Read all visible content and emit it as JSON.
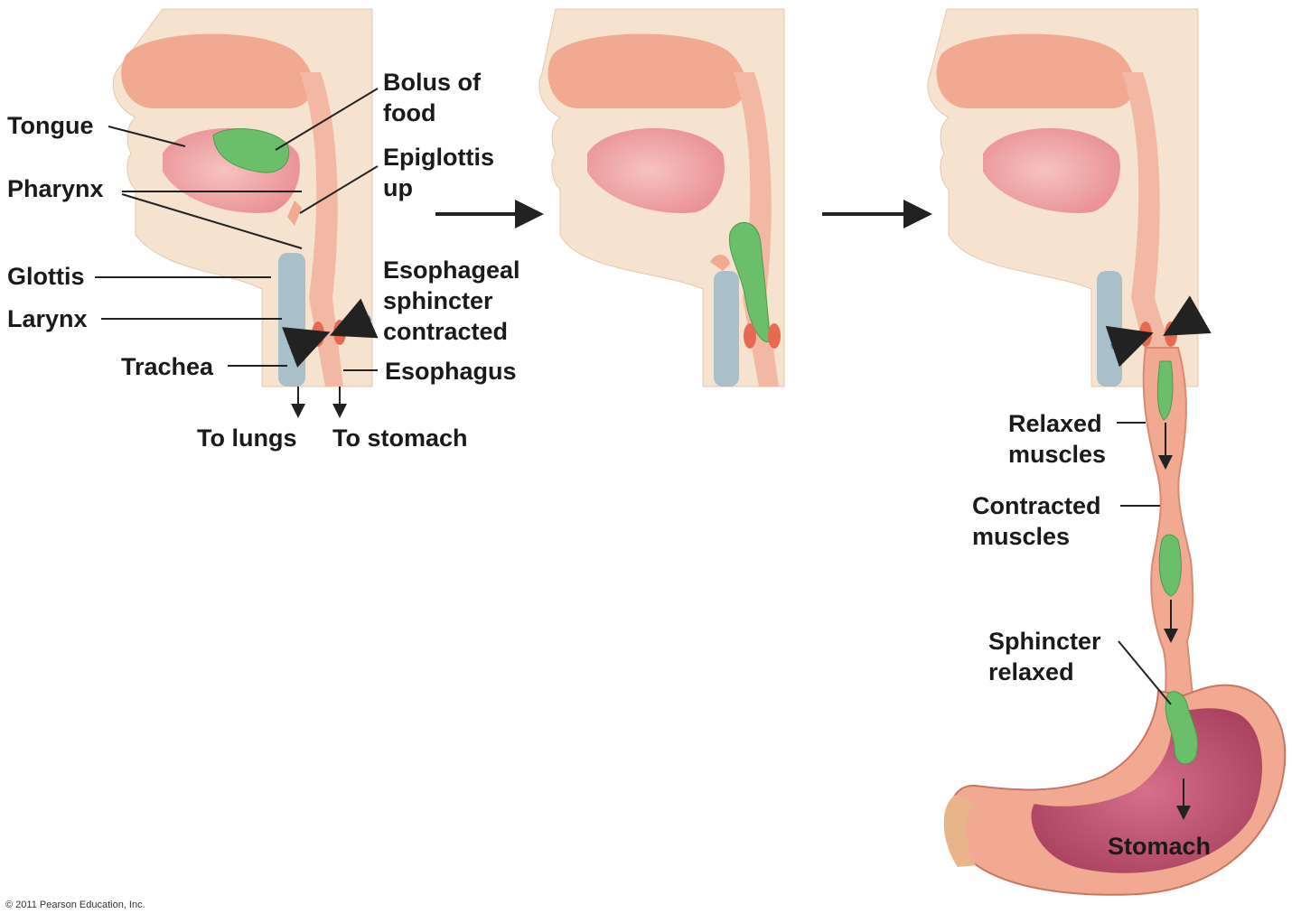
{
  "panel1": {
    "tongue": "Tongue",
    "pharynx": "Pharynx",
    "glottis": "Glottis",
    "larynx": "Larynx",
    "trachea": "Trachea",
    "bolus": "Bolus of\nfood",
    "epiglottis": "Epiglottis\nup",
    "sphincter": "Esophageal\nsphincter\ncontracted",
    "esophagus": "Esophagus",
    "to_lungs": "To lungs",
    "to_stomach": "To stomach"
  },
  "panel3": {
    "relaxed": "Relaxed\nmuscles",
    "contracted": "Contracted\nmuscles",
    "sphincter_relaxed": "Sphincter\nrelaxed",
    "stomach": "Stomach"
  },
  "copyright": "© 2011 Pearson Education, Inc.",
  "colors": {
    "skin": "#f6e3cf",
    "tissue": "#f2b8a3",
    "tongue": "#f0a4a4",
    "bolus": "#6bbf6b",
    "trachea": "#a9bfc9",
    "stomach_inner": "#c25a78",
    "arrow_blue": "#3d8fc7"
  }
}
